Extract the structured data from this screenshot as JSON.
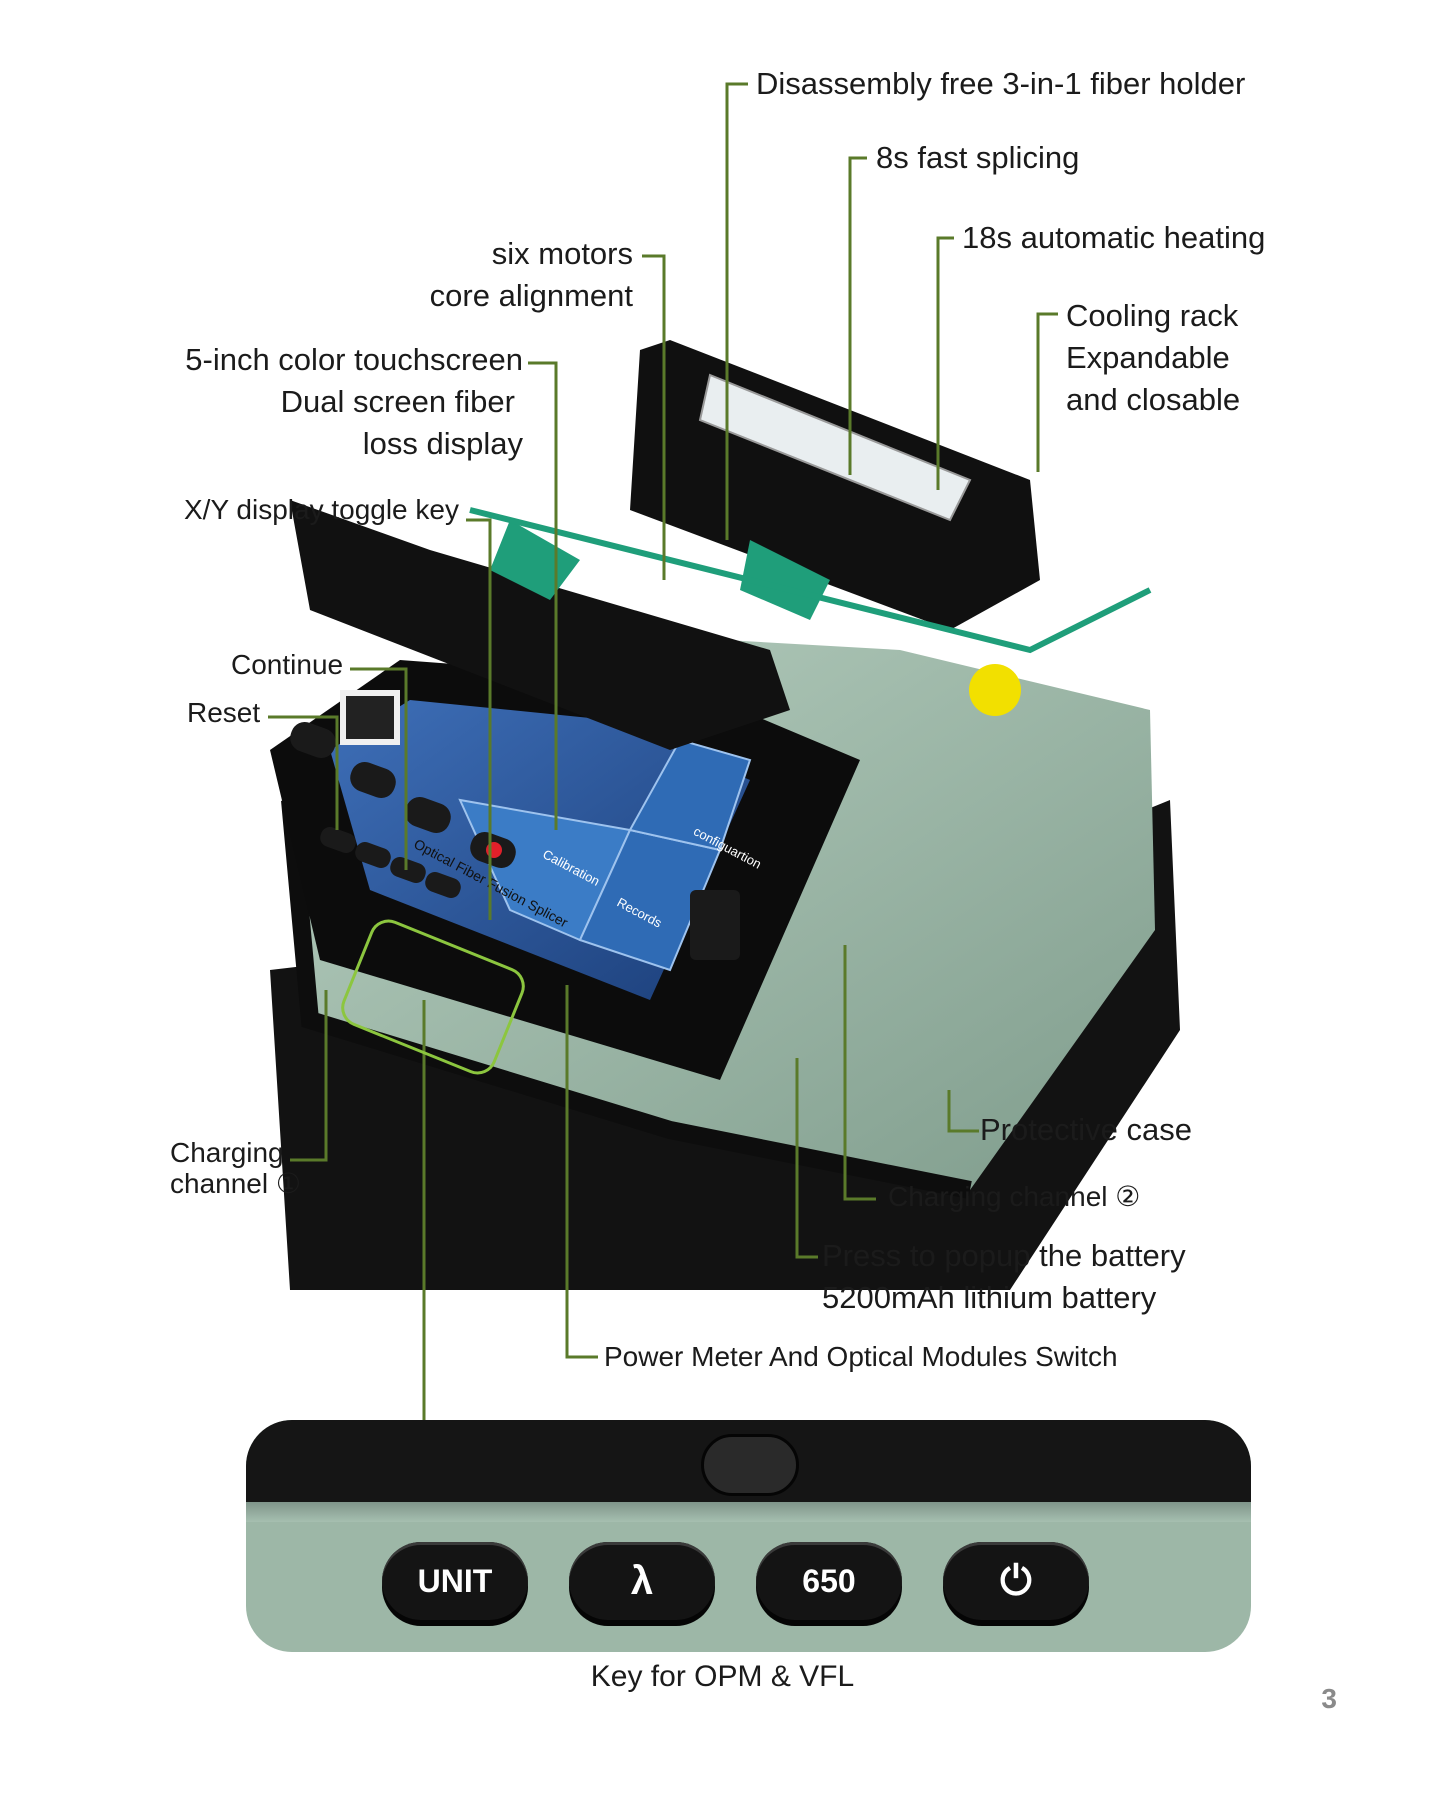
{
  "callouts": {
    "fiber_holder": "Disassembly free 3-in-1 fiber holder",
    "fast_splicing": "8s fast splicing",
    "auto_heating": "18s automatic heating",
    "cooling_rack": [
      "Cooling rack",
      "Expandable",
      "and closable"
    ],
    "six_motors": [
      "six motors",
      "core alignment"
    ],
    "touchscreen": [
      "5-inch color touchscreen",
      "Dual screen fiber",
      "loss display"
    ],
    "xy_toggle": "X/Y display toggle key",
    "continue": "Continue",
    "reset": "Reset",
    "charging_1": [
      "Charging",
      "channel ①"
    ],
    "protective_case": "Protective case",
    "charging_2": "Charging channel ②",
    "battery": [
      "Press to popup the battery",
      "5200mAh lithium battery"
    ],
    "power_meter": "Power Meter And Optical Modules Switch"
  },
  "screen": {
    "calibration": "Calibration",
    "configuration": "configuartion",
    "records": "Records",
    "device_text": "Optical Fiber Fusion Splicer"
  },
  "keys": {
    "unit": "UNIT",
    "lambda": "λ",
    "vfl": "650",
    "power": "⏻"
  },
  "caption": "Key for OPM & VFL",
  "page_number": "3",
  "colors": {
    "leader_line": "#5a7a2a",
    "device_green": "#9db7a7",
    "accent_teal": "#1f9e7a",
    "screen_blue": "#2c5ea8"
  }
}
